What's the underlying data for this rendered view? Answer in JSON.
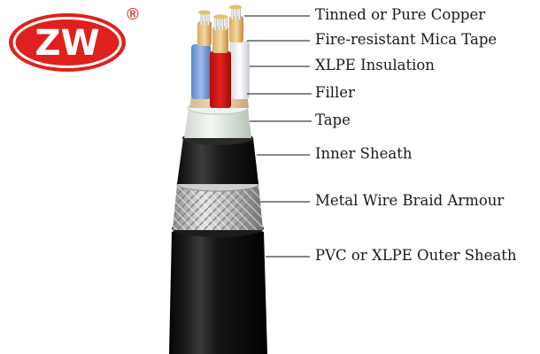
{
  "logo": {
    "text": "ZW",
    "mark": "®",
    "color": "#e0201c"
  },
  "labels": [
    {
      "text": "Tinned or Pure Copper"
    },
    {
      "text": "Fire-resistant Mica Tape"
    },
    {
      "text": "XLPE Insulation"
    },
    {
      "text": "Filler"
    },
    {
      "text": "Tape"
    },
    {
      "text": "Inner Sheath"
    },
    {
      "text": "Metal Wire Braid Armour"
    },
    {
      "text": "PVC or XLPE Outer Sheath"
    }
  ]
}
